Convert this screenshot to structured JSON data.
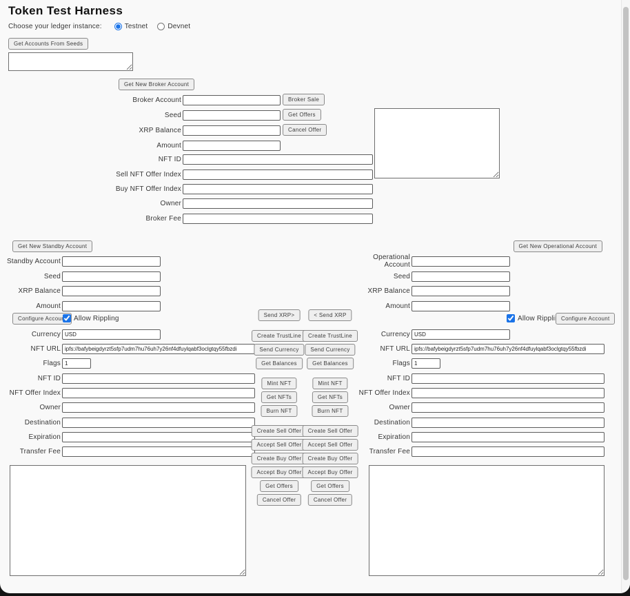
{
  "accent_color": "#1a73e8",
  "header": {
    "title": "Token Test Harness"
  },
  "ledger": {
    "label": "Choose your ledger instance:",
    "testnet_label": "Testnet",
    "devnet_label": "Devnet",
    "testnet_checked": "checked"
  },
  "seeds": {
    "button": "Get Accounts From Seeds",
    "textarea_value": ""
  },
  "broker": {
    "new_button": "Get New Broker Account",
    "labels": {
      "account": "Broker Account",
      "seed": "Seed",
      "xrp_balance": "XRP Balance",
      "amount": "Amount",
      "nft_id": "NFT ID",
      "sell_offer_index": "Sell NFT Offer Index",
      "buy_offer_index": "Buy NFT Offer Index",
      "owner": "Owner",
      "broker_fee": "Broker Fee"
    },
    "buttons": {
      "broker_sale": "Broker Sale",
      "get_offers": "Get Offers",
      "cancel_offer": "Cancel Offer"
    },
    "results_value": ""
  },
  "standby": {
    "new_button": "Get New Standby Account",
    "configure_button": "Configure Account",
    "allow_rippling_label": "Allow Rippling",
    "rippling_checked": "checked",
    "labels": {
      "account": "Standby Account",
      "seed": "Seed",
      "xrp_balance": "XRP Balance",
      "amount": "Amount",
      "currency": "Currency",
      "nft_url": "NFT URL",
      "flags": "Flags",
      "nft_id": "NFT ID",
      "nft_offer_index": "NFT Offer Index",
      "owner": "Owner",
      "destination": "Destination",
      "expiration": "Expiration",
      "transfer_fee": "Transfer Fee"
    },
    "values": {
      "currency": "USD",
      "nft_url": "ipfs://bafybeigdyrzt5sfp7udm7hu76uh7y26nf4dfuylqabf3oclgtqy55fbzdi",
      "flags": "1"
    },
    "results_value": ""
  },
  "operational": {
    "new_button": "Get New Operational Account",
    "configure_button": "Configure Account",
    "allow_rippling_label": "Allow Rippling",
    "rippling_checked": "checked",
    "labels": {
      "account": "Operational Account",
      "seed": "Seed",
      "xrp_balance": "XRP Balance",
      "amount": "Amount",
      "currency": "Currency",
      "nft_url": "NFT URL",
      "flags": "Flags",
      "nft_id": "NFT ID",
      "nft_offer_index": "NFT Offer Index",
      "owner": "Owner",
      "destination": "Destination",
      "expiration": "Expiration",
      "transfer_fee": "Transfer Fee"
    },
    "values": {
      "currency": "USD",
      "nft_url": "ipfs://bafybeigdyrzt5sfp7udm7hu76uh7y26nf4dfuylqabf3oclgtqy55fbzdi",
      "flags": "1"
    },
    "results_value": ""
  },
  "actions": {
    "standby": [
      "Send XRP>",
      "Create TrustLine",
      "Send Currency",
      "Get Balances",
      "Mint NFT",
      "Get NFTs",
      "Burn NFT",
      "Create Sell Offer",
      "Accept Sell Offer",
      "Create Buy Offer",
      "Accept Buy Offer",
      "Get Offers",
      "Cancel Offer"
    ],
    "operational": [
      "< Send XRP",
      "Create TrustLine",
      "Send Currency",
      "Get Balances",
      "Mint NFT",
      "Get NFTs",
      "Burn NFT",
      "Create Sell Offer",
      "Accept Sell Offer",
      "Create Buy Offer",
      "Accept Buy Offer",
      "Get Offers",
      "Cancel Offer"
    ]
  }
}
